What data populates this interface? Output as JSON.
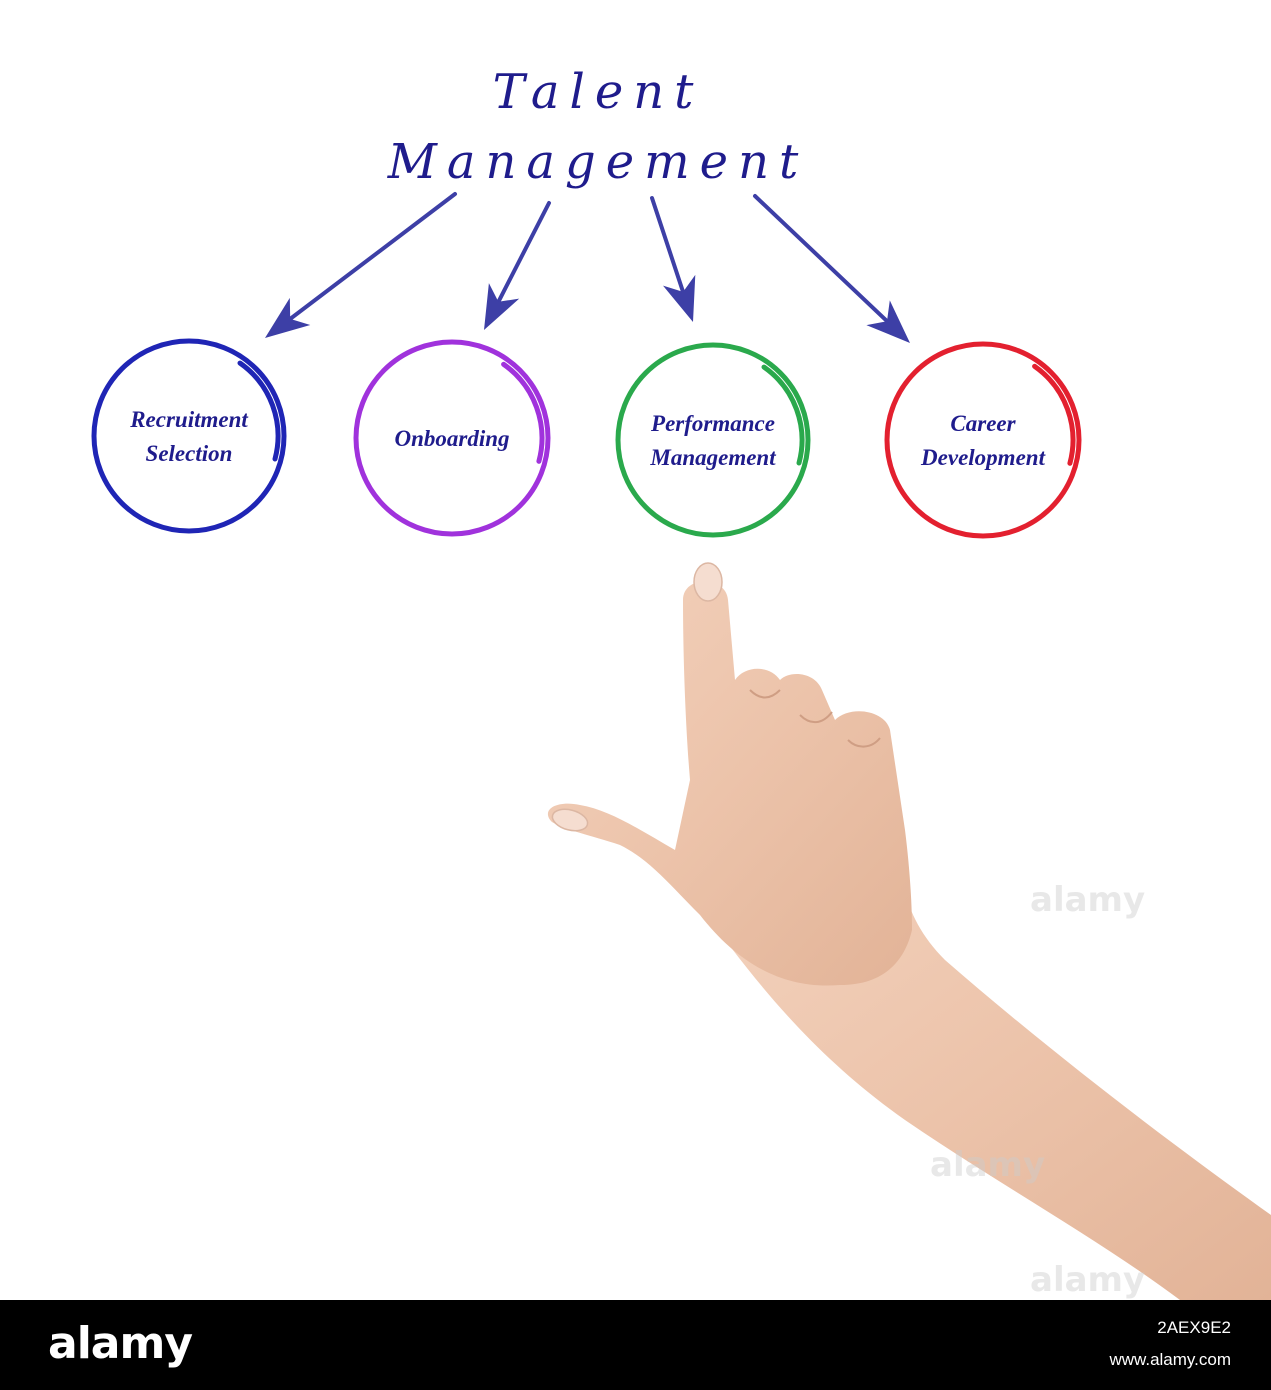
{
  "title": {
    "line1": "Talent",
    "line2": "Management",
    "color": "#1f1c8c"
  },
  "arrow_color": "#3d3fa6",
  "items": [
    {
      "label_lines": [
        "Recruitment",
        "Selection"
      ],
      "ring_color": "#1f25b5",
      "text_color": "#1f1c8c"
    },
    {
      "label_lines": [
        "Onboarding"
      ],
      "ring_color": "#a032dc",
      "text_color": "#1f1c8c"
    },
    {
      "label_lines": [
        "Performance",
        "Management"
      ],
      "ring_color": "#2aa94c",
      "text_color": "#1f1c8c"
    },
    {
      "label_lines": [
        "Career",
        "Development"
      ],
      "ring_color": "#e3202f",
      "text_color": "#1f1c8c"
    }
  ],
  "footer": {
    "logo": "alamy",
    "image_id": "2AEX9E2",
    "site": "www.alamy.com"
  },
  "watermark": "alamy"
}
